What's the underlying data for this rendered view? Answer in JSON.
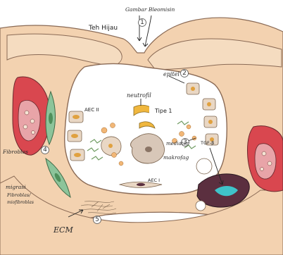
{
  "labels": {
    "green_tea": "Teh Hijau",
    "bleomycin": "Gambar Bleomisin",
    "epitel": "epitel",
    "neutrofil": "neutrofil",
    "aec2": "AEC II",
    "tipe1": "Tipe 1",
    "mediator": "mediator",
    "makrofag": "makrofag",
    "tgf_beta": "TGF-β",
    "fibroblas": "Fibroblas",
    "migrasi": "migrasi",
    "migrasi_sub": "Fibroblas/",
    "migrasi_sub2": "miofibroblas",
    "aec1": "AEC I",
    "ecm": "ECM"
  },
  "steps": [
    "1",
    "2",
    "3",
    "4",
    "5"
  ],
  "colors": {
    "tissue": "#f3d2b0",
    "tissue_outline": "#8a6a55",
    "alveolus": "#ffffff",
    "vessel_red": "#d9474f",
    "vessel_pink": "#e8a4a8",
    "fibroblast_green": "#8cc49a",
    "aec2_cell": "#e9d7c4",
    "aec2_nucleus": "#e0a13f",
    "neutrophil": "#f0b73e",
    "macrophage": "#d8c7b8",
    "mediator_orange": "#f2b777",
    "dark_cell": "#5b2f3f",
    "teal": "#3fc3c9"
  }
}
